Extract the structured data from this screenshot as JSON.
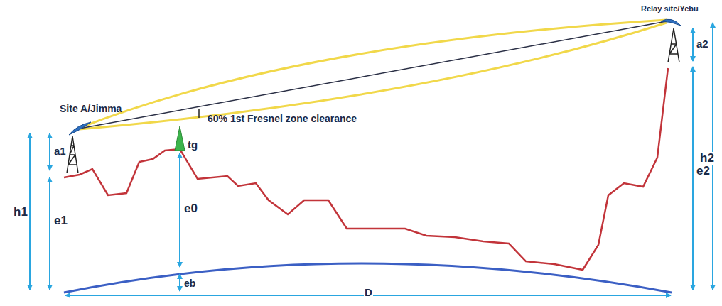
{
  "diagram": {
    "labels": [
      "Site A/Jimma",
      "Relay site/Yebu",
      "60% 1st Fresnel zone clearance",
      "tg",
      "a1",
      "a2",
      "h1",
      "e1",
      "e0",
      "eb",
      "D",
      "e2",
      "h2"
    ]
  }
}
